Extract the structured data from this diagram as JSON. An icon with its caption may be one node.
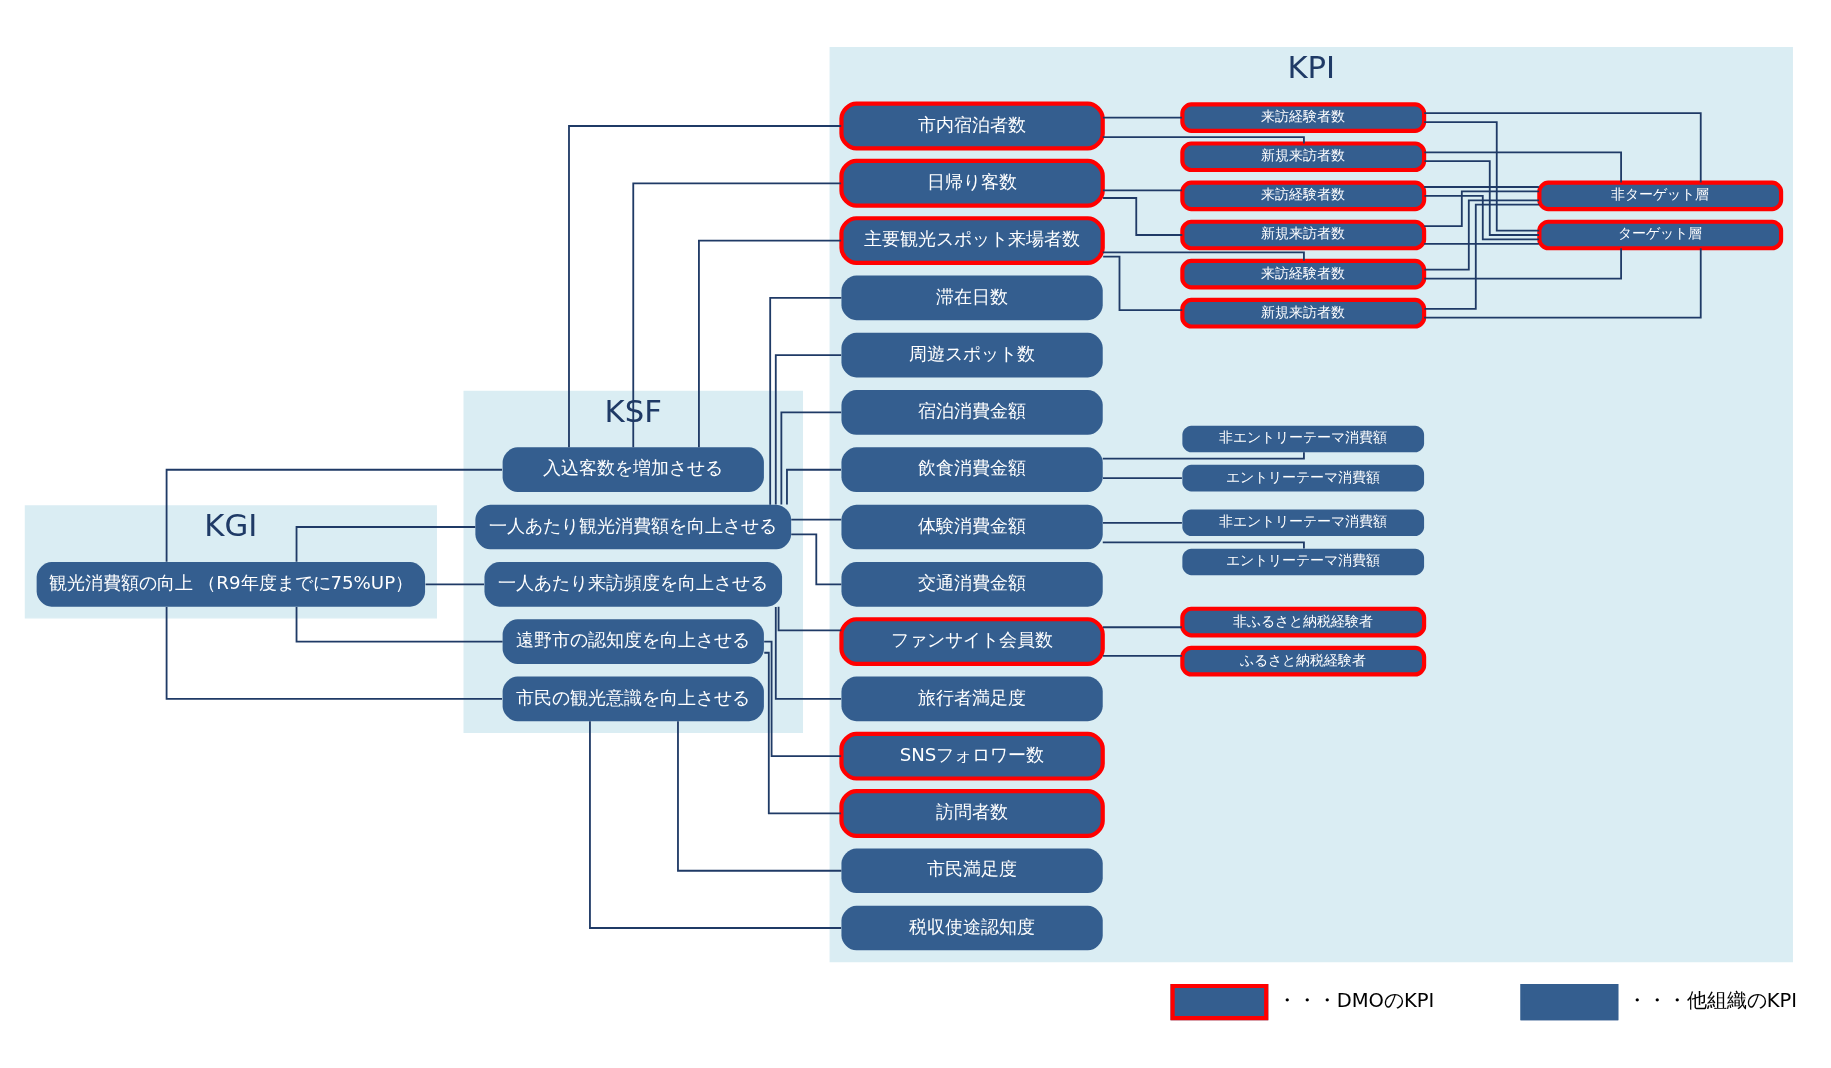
{
  "diagram": {
    "nodes": [
      {
        "text": [
          "KGI"
        ]
      },
      {
        "text": [
          "KSF"
        ]
      },
      {
        "text": [
          "KPI"
        ]
      },
      {
        "text": [
          "観光消費額の向上 （R9年度までに75%UP）"
        ],
        "in": 0
      },
      {
        "text": [
          "入込客数を増加させる"
        ],
        "in": 1
      },
      {
        "text": [
          "一人あたり観光消費額を向上させる"
        ],
        "in": 1
      },
      {
        "text": [
          "一人あたり来訪頻度を向上させる"
        ],
        "in": 1
      },
      {
        "text": [
          "遠野市の認知度を向上させる"
        ],
        "in": 1
      },
      {
        "text": [
          "市民の観光意識を向上させる"
        ],
        "in": 1
      },
      {
        "text": [
          "市内宿泊者数"
        ],
        "in": 2
      },
      {
        "text": [
          "新規来訪者数"
        ],
        "in": 2
      },
      {
        "text": [
          "来訪経験者数"
        ],
        "in": 2
      },
      {
        "text": [
          "日帰り客数"
        ],
        "in": 2
      },
      {
        "text": [
          "新規来訪者数"
        ],
        "in": 2
      },
      {
        "text": [
          "来訪経験者数"
        ],
        "in": 2
      },
      {
        "text": [
          "主要観光スポット来場者数"
        ],
        "in": 2
      },
      {
        "text": [
          "新規来訪者数"
        ],
        "in": 2
      },
      {
        "text": [
          "来訪経験者数"
        ],
        "in": 2
      },
      {
        "text": [
          "ターゲット層"
        ],
        "in": 2
      },
      {
        "text": [
          "非ターゲット層"
        ],
        "in": 2
      },
      {
        "text": [
          "滞在日数"
        ],
        "in": 2
      },
      {
        "text": [
          "周遊スポット数"
        ],
        "in": 2
      },
      {
        "text": [
          "宿泊消費金額"
        ],
        "in": 2
      },
      {
        "text": [
          "飲食消費金額"
        ],
        "in": 2
      },
      {
        "text": [
          "エントリーテーマ消費額"
        ],
        "in": 2
      },
      {
        "text": [
          "非エントリーテーマ消費額"
        ],
        "in": 2
      },
      {
        "text": [
          "体験消費金額"
        ],
        "in": 2
      },
      {
        "text": [
          "エントリーテーマ消費額"
        ],
        "in": 2
      },
      {
        "text": [
          "非エントリーテーマ消費額"
        ],
        "in": 2
      },
      {
        "text": [
          "交通消費金額"
        ],
        "in": 2
      },
      {
        "text": [
          "ファンサイト会員数"
        ],
        "in": 2
      },
      {
        "text": [
          "ふるさと納税経験者"
        ],
        "in": 2
      },
      {
        "text": [
          "非ふるさと納税経験者"
        ],
        "in": 2
      },
      {
        "text": [
          "旅行者満足度"
        ],
        "in": 2
      },
      {
        "text": [
          "SNSフォロワー数"
        ],
        "in": 2
      },
      {
        "text": [
          "訪問者数"
        ],
        "in": 2
      },
      {
        "text": [
          "市民満足度"
        ],
        "in": 2
      },
      {
        "text": [
          "税収使途認知度"
        ],
        "in": 2
      }
    ],
    "edges": [
      {
        "from": 3,
        "to": 4,
        "arrow": "none"
      },
      {
        "from": 3,
        "to": 5,
        "arrow": "none"
      },
      {
        "from": 3,
        "to": 6,
        "arrow": "none"
      },
      {
        "from": 3,
        "to": 7,
        "arrow": "none"
      },
      {
        "from": 3,
        "to": 8,
        "arrow": "none"
      },
      {
        "from": 4,
        "to": 9,
        "arrow": "none"
      },
      {
        "from": 4,
        "to": 12,
        "arrow": "none"
      },
      {
        "from": 4,
        "to": 15,
        "arrow": "none"
      },
      {
        "from": 9,
        "to": 10,
        "arrow": "none"
      },
      {
        "from": 9,
        "to": 11,
        "arrow": "none"
      },
      {
        "from": 12,
        "to": 13,
        "arrow": "none"
      },
      {
        "from": 12,
        "to": 14,
        "arrow": "none"
      },
      {
        "from": 15,
        "to": 16,
        "arrow": "none"
      },
      {
        "from": 15,
        "to": 17,
        "arrow": "none"
      },
      {
        "from": 10,
        "to": 18,
        "arrow": "none"
      },
      {
        "from": 10,
        "to": 19,
        "arrow": "none"
      },
      {
        "from": 11,
        "to": 18,
        "arrow": "none"
      },
      {
        "from": 11,
        "to": 19,
        "arrow": "none"
      },
      {
        "from": 13,
        "to": 18,
        "arrow": "none"
      },
      {
        "from": 13,
        "to": 19,
        "arrow": "none"
      },
      {
        "from": 14,
        "to": 18,
        "arrow": "none"
      },
      {
        "from": 14,
        "to": 19,
        "arrow": "none"
      },
      {
        "from": 16,
        "to": 18,
        "arrow": "none"
      },
      {
        "from": 16,
        "to": 19,
        "arrow": "none"
      },
      {
        "from": 17,
        "to": 18,
        "arrow": "none"
      },
      {
        "from": 17,
        "to": 19,
        "arrow": "none"
      },
      {
        "from": 5,
        "to": 20,
        "arrow": "none"
      },
      {
        "from": 5,
        "to": 21,
        "arrow": "none"
      },
      {
        "from": 5,
        "to": 22,
        "arrow": "none"
      },
      {
        "from": 5,
        "to": 23,
        "arrow": "none"
      },
      {
        "from": 5,
        "to": 26,
        "arrow": "none"
      },
      {
        "from": 5,
        "to": 29,
        "arrow": "none"
      },
      {
        "from": 23,
        "to": 24,
        "arrow": "none"
      },
      {
        "from": 23,
        "to": 25,
        "arrow": "none"
      },
      {
        "from": 26,
        "to": 27,
        "arrow": "none"
      },
      {
        "from": 26,
        "to": 28,
        "arrow": "none"
      },
      {
        "from": 6,
        "to": 30,
        "arrow": "none"
      },
      {
        "from": 6,
        "to": 33,
        "arrow": "none"
      },
      {
        "from": 30,
        "to": 31,
        "arrow": "none"
      },
      {
        "from": 30,
        "to": 32,
        "arrow": "none"
      },
      {
        "from": 7,
        "to": 34,
        "arrow": "none"
      },
      {
        "from": 7,
        "to": 35,
        "arrow": "none"
      },
      {
        "from": 8,
        "to": 36,
        "arrow": "none"
      },
      {
        "from": 8,
        "to": 37,
        "arrow": "none"
      }
    ],
    "legend": [
      {
        "text": "・・・DMOのKPI",
        "color": "#ff0000"
      },
      {
        "text": "・・・他組織のKPI",
        "color": "#345e8f"
      }
    ]
  }
}
